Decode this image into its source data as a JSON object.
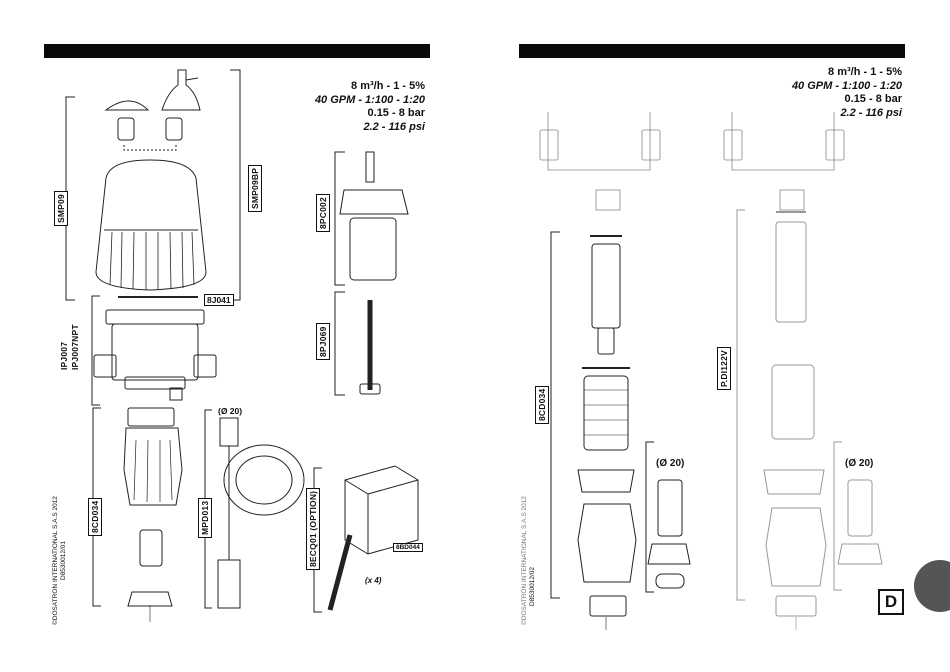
{
  "left_page": {
    "spec": {
      "flow": "8 m³/h - 1 - 5%",
      "flow_us": "40 GPM - 1:100 - 1:20",
      "pressure": "0.15 - 8 bar",
      "pressure_us": "2.2 - 116 psi"
    },
    "labels": {
      "smp09": "SMP09",
      "smp09bp": "SMP09BP",
      "sj041": "8J041",
      "ipj007": "IPJ007",
      "ipj007npt": "IPJ007NPT",
      "spc002": "8PC002",
      "spj069": "8PJ069",
      "scd034": "8CD034",
      "mpd013": "MPD013",
      "dia": "(Ø 20)",
      "secq01": "8ECQ01 (OPTION)",
      "x4": "(x 4)",
      "bracket_code": "8BD044"
    },
    "copyright": "©DOSATRON INTERNATIONAL S.A.S 2012",
    "ref": "D8530012/01"
  },
  "right_page": {
    "spec": {
      "flow": "8 m³/h - 1 - 5%",
      "flow_us": "40 GPM - 1:100 - 1:20",
      "pressure": "0.15 - 8 bar",
      "pressure_us": "2.2 - 116 psi"
    },
    "labels": {
      "scd034": "8CD034",
      "pdi122v": "P.DI122V",
      "dia_a": "(Ø 20)",
      "dia_b": "(Ø 20)"
    },
    "copyright": "©DOSATRON INTERNATIONAL S.A.S 2012",
    "ref": "D8530012/02",
    "page_letter": "D"
  }
}
